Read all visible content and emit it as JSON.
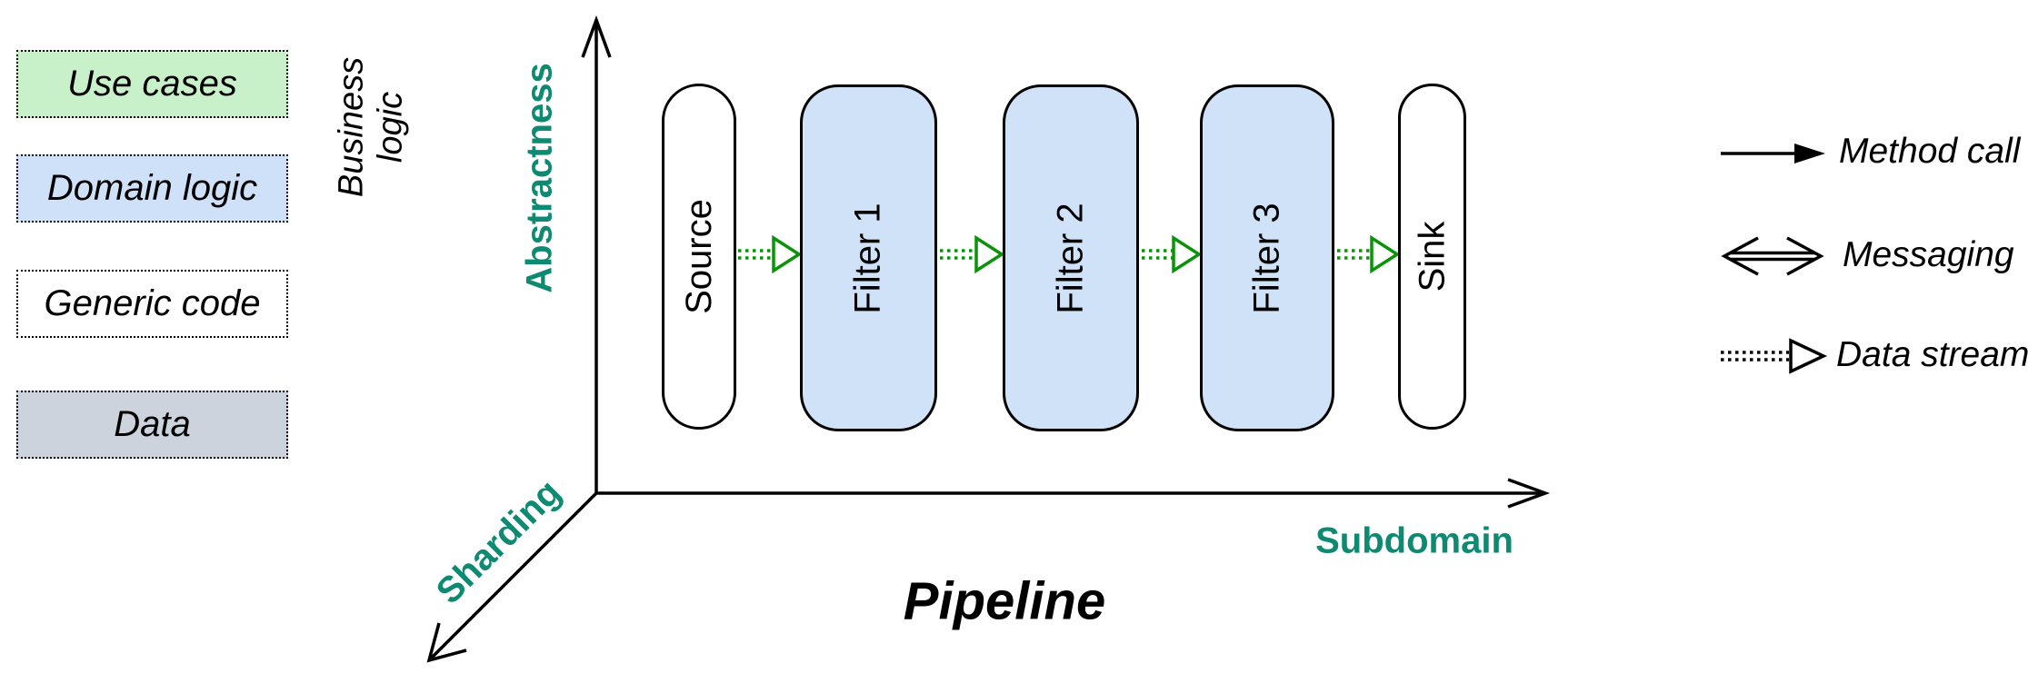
{
  "left_legend": {
    "items": [
      {
        "label": "Use cases",
        "fill": "#c9f1c9"
      },
      {
        "label": "Domain logic",
        "fill": "#cfe1f8"
      },
      {
        "label": "Generic code",
        "fill": "#ffffff"
      },
      {
        "label": "Data",
        "fill": "#ccd3dc"
      }
    ],
    "group_label": "Business\nlogic"
  },
  "axes": {
    "vertical_label": "Abstractness",
    "horizontal_label": "Subdomain",
    "diagonal_label": "Sharding",
    "label_color": "#0e8a72",
    "axis_color": "#000000"
  },
  "diagram": {
    "title": "Pipeline",
    "nodes": [
      {
        "label": "Source",
        "kind": "endpoint",
        "fill": "#ffffff"
      },
      {
        "label": "Filter 1",
        "kind": "filter",
        "fill": "#cfe2f8"
      },
      {
        "label": "Filter 2",
        "kind": "filter",
        "fill": "#cfe2f8"
      },
      {
        "label": "Filter 3",
        "kind": "filter",
        "fill": "#cfe2f8"
      },
      {
        "label": "Sink",
        "kind": "endpoint",
        "fill": "#ffffff"
      }
    ],
    "connector": {
      "type": "data-stream",
      "color": "#0a9308"
    }
  },
  "arrow_legend": {
    "items": [
      {
        "label": "Method call",
        "icon": "solid-arrow"
      },
      {
        "label": "Messaging",
        "icon": "double-line-arrow"
      },
      {
        "label": "Data stream",
        "icon": "dotted-open-arrow"
      }
    ]
  }
}
